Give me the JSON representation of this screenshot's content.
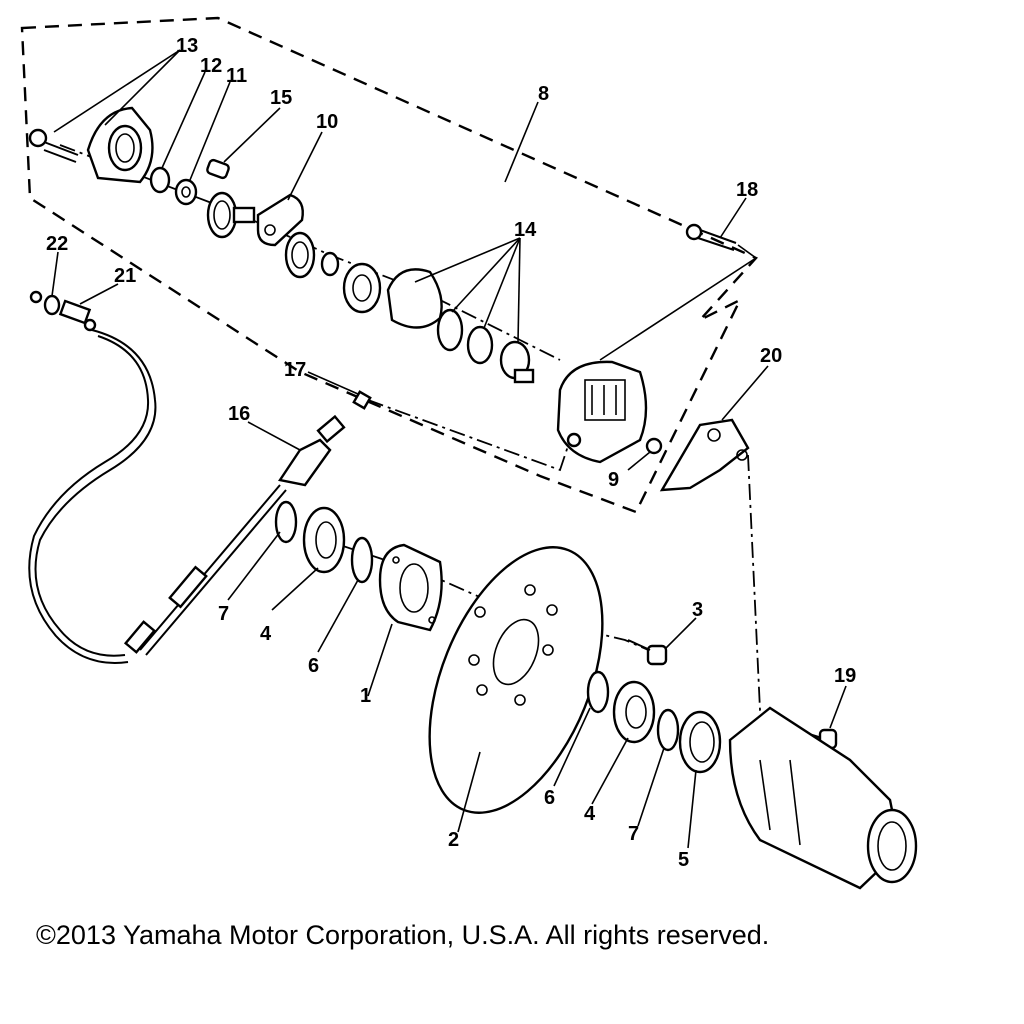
{
  "diagram": {
    "callouts": [
      "1",
      "2",
      "3",
      "4",
      "4",
      "5",
      "6",
      "6",
      "7",
      "7",
      "8",
      "9",
      "10",
      "11",
      "12",
      "13",
      "14",
      "15",
      "16",
      "17",
      "18",
      "19",
      "20",
      "21",
      "22"
    ],
    "copyright": "©2013 Yamaha Motor Corporation, U.S.A. All rights reserved."
  }
}
